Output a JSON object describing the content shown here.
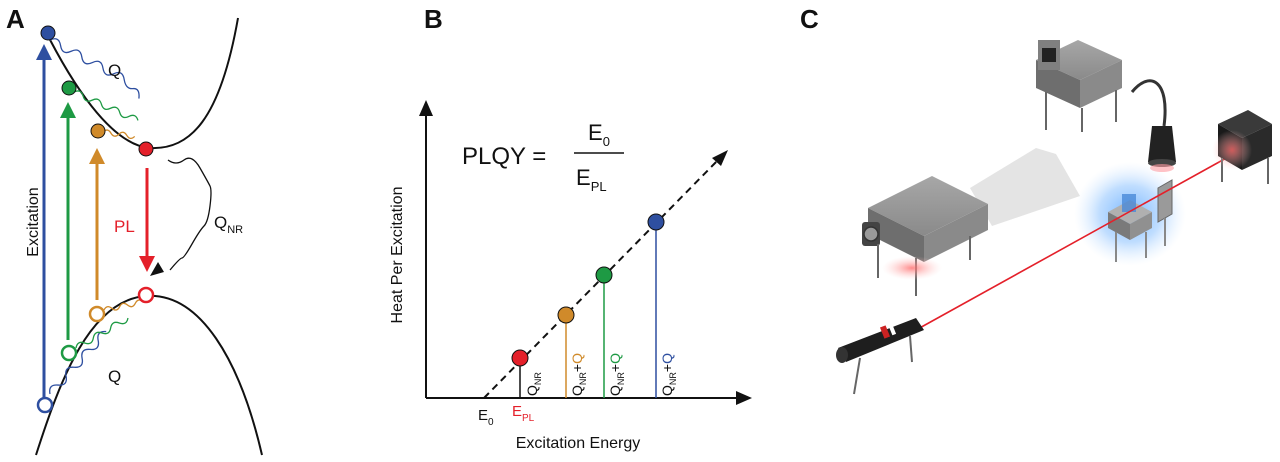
{
  "panels": {
    "a": {
      "label": "A",
      "excitation_label": "Excitation",
      "q_top": "Q",
      "q_bottom": "Q",
      "pl_label": "PL",
      "qnr_main": "Q",
      "qnr_sub": "NR"
    },
    "b": {
      "label": "B",
      "ylabel": "Heat Per Excitation",
      "xlabel": "Excitation Energy",
      "formula_lhs": "PLQY =",
      "formula_num_main": "E",
      "formula_num_sub": "0",
      "formula_den_main": "E",
      "formula_den_sub": "PL",
      "e0_main": "E",
      "e0_sub": "0",
      "epl_main": "E",
      "epl_sub": "PL",
      "qnr_main": "Q",
      "qnr_sub": "NR",
      "plus": "+",
      "q": "Q"
    },
    "c": {
      "label": "C"
    }
  },
  "colors": {
    "blue": "#2e4fa0",
    "green": "#1e9a44",
    "orange": "#d08a2a",
    "red": "#e4202a",
    "black": "#111111"
  }
}
